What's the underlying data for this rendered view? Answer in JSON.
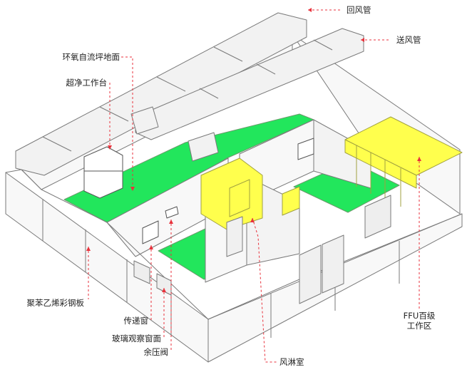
{
  "labels": {
    "return_duct": "回风管",
    "supply_duct": "送风管",
    "epoxy_floor": "环氧自流坪地面",
    "clean_bench": "超净工作台",
    "sandwich_panel": "聚苯乙烯彩钢板",
    "pass_box": "传递窗",
    "glass_window": "玻璃观察窗面",
    "pressure_valve": "余压阀",
    "air_shower": "风淋室",
    "ffu_line1": "FFU百级",
    "ffu_line2": "工作区"
  },
  "colors": {
    "floor_green": "#22e65c",
    "ffu_yellow": "#ffff4d",
    "wall": "#f8f8f8",
    "line": "#7a7a7a",
    "leader": "#e8323c"
  }
}
